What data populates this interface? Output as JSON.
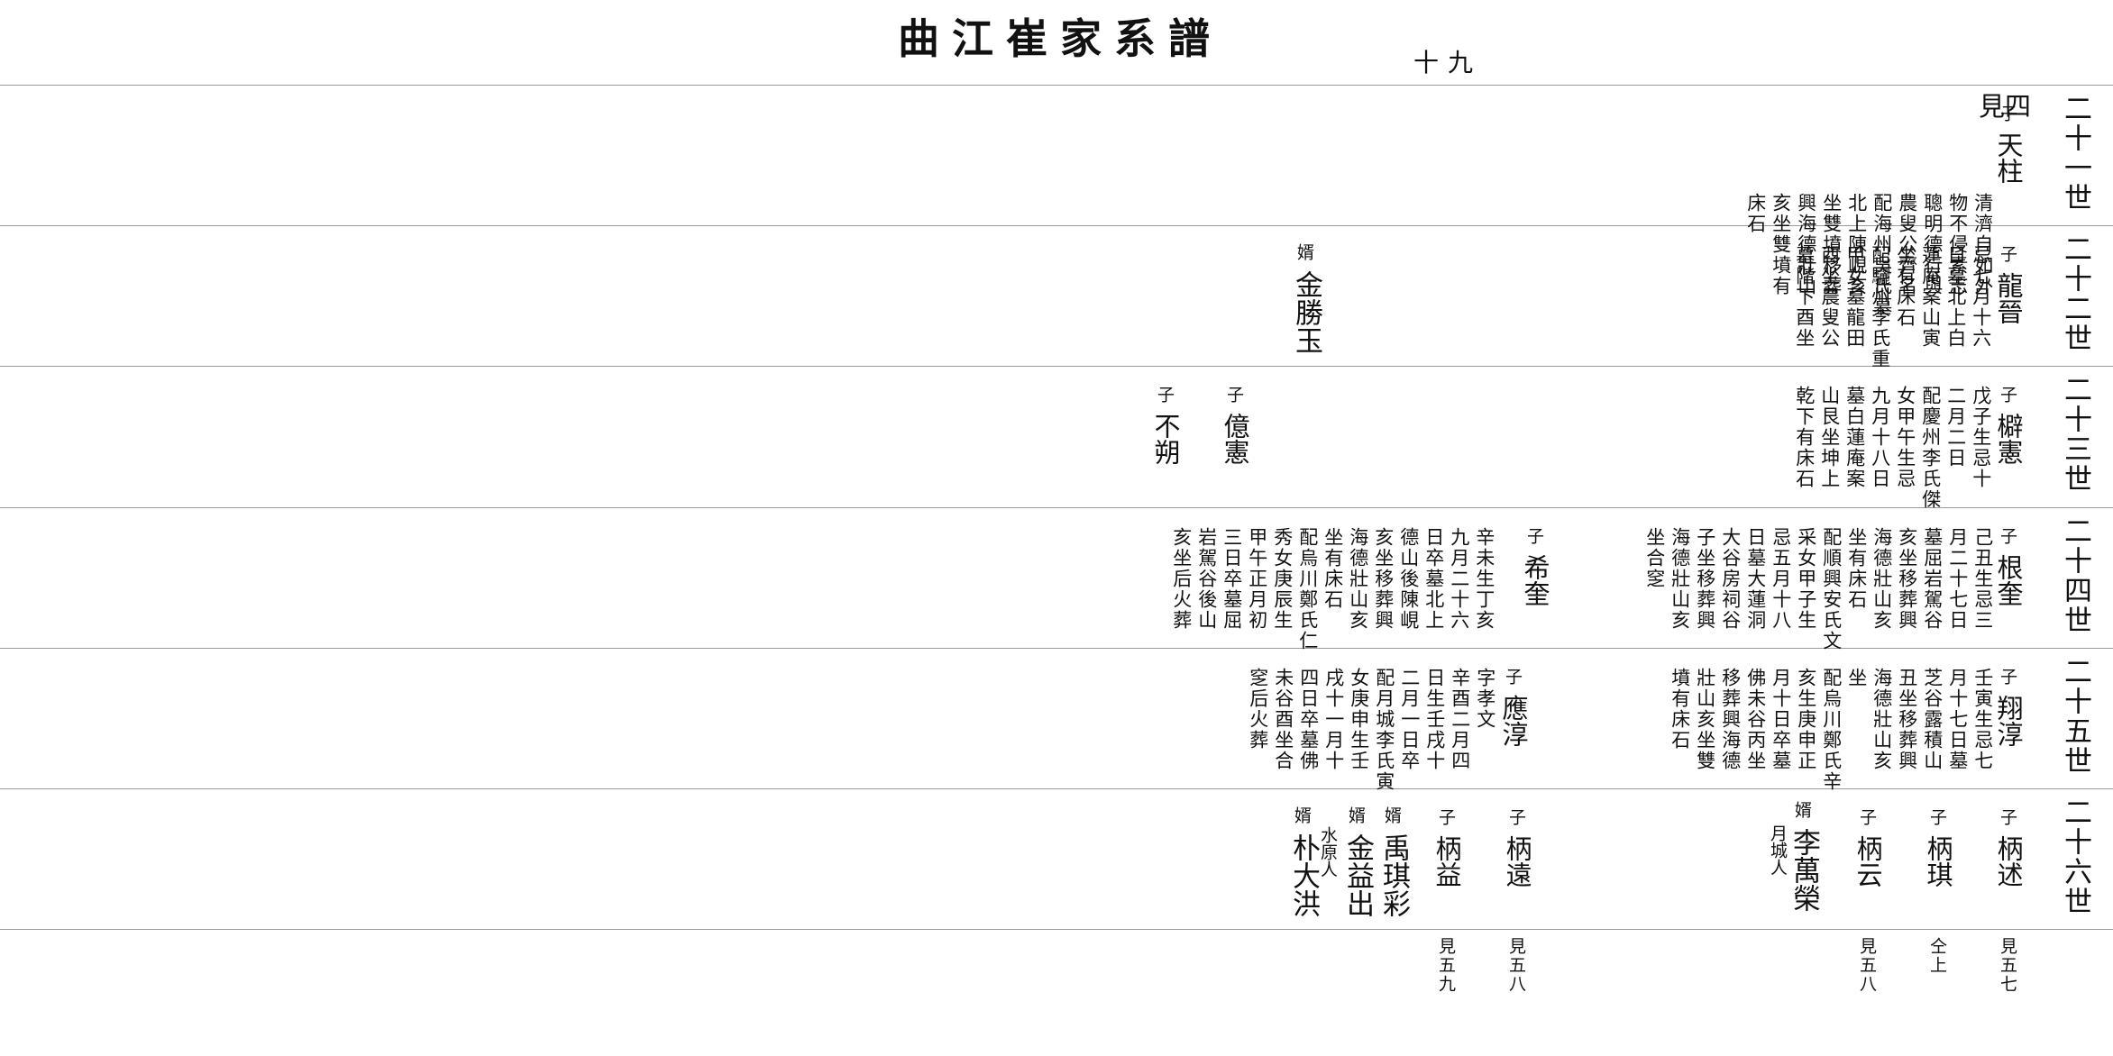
{
  "title": "曲江崔家系譜",
  "page_number": "十九",
  "rows": [
    {
      "generation": "二十一世",
      "note": "見四",
      "members": [
        {
          "tag": "子",
          "name": "天柱",
          "bio": [
            "清濟自如外",
            "物不侵素志",
            "聰明德行與",
            "農叟公齊名",
            "配海州吳氏墓",
            "北上陳峴亥",
            "坐雙墳移葬",
            "興海德壯山",
            "亥坐雙墳有",
            "床石"
          ]
        }
      ]
    },
    {
      "generation": "二十二世",
      "members": [
        {
          "tag": "子",
          "name": "龍晉",
          "bio": [
            "忌七月十六",
            "日墓北上白",
            "蓮庵案山寅",
            "坐有床石",
            "配驪州李氏重",
            "甲女墓龍田",
            "酉坐農叟公",
            "墓階下酉坐"
          ]
        },
        {
          "tag": "婿",
          "name": "金勝玉"
        }
      ]
    },
    {
      "generation": "二十三世",
      "members": [
        {
          "tag": "子",
          "name": "檘憲",
          "bio": [
            "戊子生忌十",
            "二月二日",
            "配慶州李氏傑",
            "女甲午生忌",
            "九月十八日",
            "墓白蓮庵案",
            "山艮坐坤上",
            "乾下有床石"
          ]
        },
        {
          "tag": "子",
          "name": "億憲"
        },
        {
          "tag": "子",
          "name": "不朔"
        }
      ]
    },
    {
      "generation": "二十四世",
      "members": [
        {
          "tag": "子",
          "name": "根奎",
          "bio": [
            "己丑生忌三",
            "月二十七日",
            "墓屈岩駕谷",
            "亥坐移葬興",
            "海德壯山亥",
            "坐有床石",
            "配順興安氏文",
            "采女甲子生",
            "忌五月十八",
            "日墓大蓮洞",
            "大谷房祠谷",
            "子坐移葬興",
            "海德壯山亥",
            "坐合窆"
          ]
        },
        {
          "tag": "子",
          "name": "希奎",
          "bio": [
            "辛未生丁亥",
            "九月二十六",
            "日卒墓北上",
            "德山後陳峴",
            "亥坐移葬興",
            "海德壯山亥",
            "坐有床石",
            "配烏川鄭氏仁",
            "秀女庚辰生",
            "甲午正月初",
            "三日卒墓屈",
            "岩駕谷後山",
            "亥坐后火葬"
          ]
        }
      ]
    },
    {
      "generation": "二十五世",
      "members": [
        {
          "tag": "子",
          "name": "翔淳",
          "bio": [
            "壬寅生忌七",
            "月十七日墓",
            "芝谷露積山",
            "丑坐移葬興",
            "海德壯山亥",
            "坐",
            "配烏川鄭氏辛",
            "亥生庚申正",
            "月十日卒墓",
            "佛未谷丙坐",
            "移葬興海德",
            "壯山亥坐雙",
            "墳有床石"
          ]
        },
        {
          "tag": "子",
          "name": "應淳",
          "bio": [
            "字孝文",
            "辛酉二月四",
            "日生壬戌十",
            "二月一日卒",
            "配月城李氏寅",
            "女庚申生壬",
            "戌十一月十",
            "四日卒墓佛",
            "未谷酉坐合",
            "窆后火葬"
          ]
        }
      ]
    },
    {
      "generation": "二十六世",
      "members": [
        {
          "tag": "子",
          "name": "柄述",
          "ref": "見五七"
        },
        {
          "tag": "子",
          "name": "柄琪",
          "ref": "仝上"
        },
        {
          "tag": "子",
          "name": "柄云",
          "ref": "見五八"
        },
        {
          "tag": "婿",
          "name": "李萬榮",
          "origin": "月城人"
        },
        {
          "tag": "子",
          "name": "柄遠",
          "ref": "見五八"
        },
        {
          "tag": "子",
          "name": "柄益",
          "ref": "見五九"
        },
        {
          "tag": "婿",
          "name": "禹琪彩"
        },
        {
          "tag": "婿",
          "name": "金益出",
          "origin": "水原人"
        },
        {
          "tag": "婿",
          "name": "朴大洪"
        }
      ]
    }
  ]
}
